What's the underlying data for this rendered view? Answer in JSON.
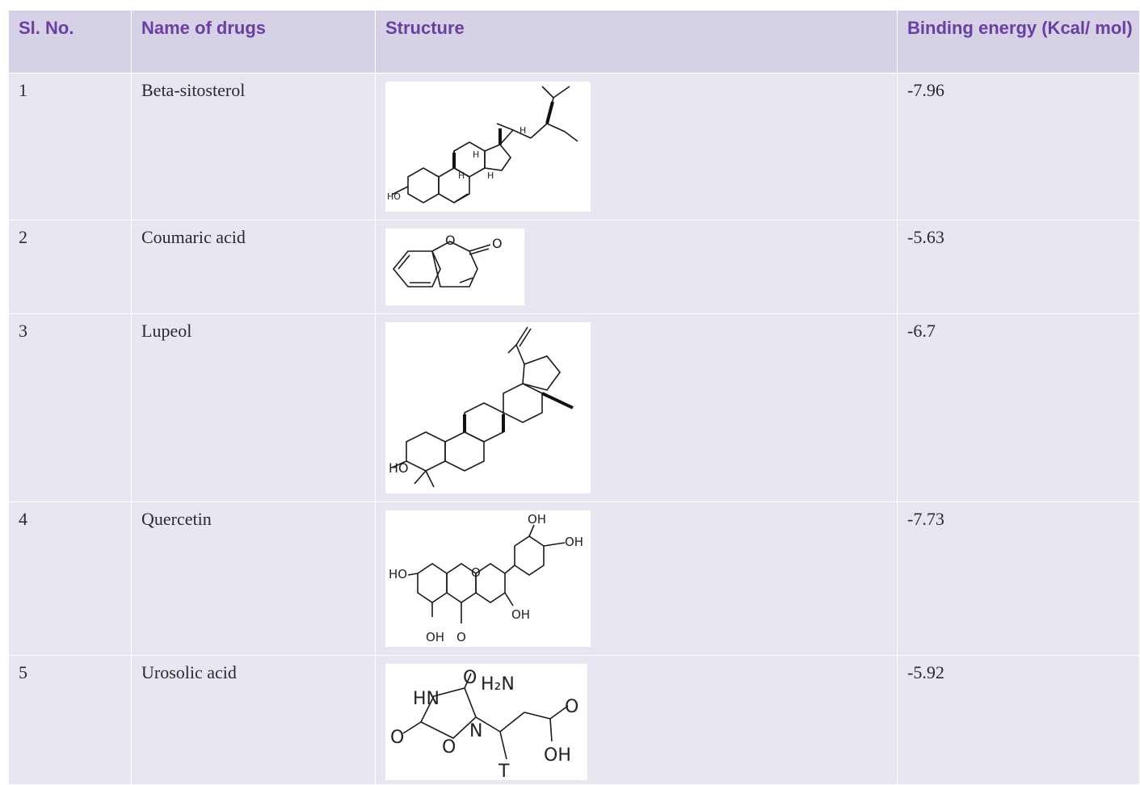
{
  "table": {
    "headers": [
      "Sl. No.",
      "Name of drugs",
      "Structure",
      "Binding energy (Kcal/ mol)"
    ],
    "rows": [
      {
        "sl": "1",
        "name": "Beta-sitosterol",
        "energy": "-7.96",
        "structure_icon": "beta-sitosterol-structure",
        "atoms": [
          "HO",
          "H",
          "H",
          "H",
          "H"
        ]
      },
      {
        "sl": "2",
        "name": "Coumaric acid",
        "energy": "-5.63",
        "structure_icon": "coumarin-structure",
        "atoms": [
          "O",
          "O"
        ]
      },
      {
        "sl": "3",
        "name": "Lupeol",
        "energy": "-6.7",
        "structure_icon": "lupeol-structure",
        "atoms": [
          "HO"
        ]
      },
      {
        "sl": "4",
        "name": "Quercetin",
        "energy": "-7.73",
        "structure_icon": "quercetin-structure",
        "atoms": [
          "OH",
          "OH",
          "HO",
          "O",
          "OH",
          "OH",
          "O"
        ]
      },
      {
        "sl": "5",
        "name": "Urosolic acid",
        "energy": "-5.92",
        "structure_icon": "urosolic-acid-structure",
        "atoms": [
          "O",
          "HN",
          "H₂N",
          "O",
          "N",
          "O",
          "O",
          "OH",
          "T"
        ]
      }
    ]
  },
  "colors": {
    "header_bg": "#d6d1e6",
    "header_text": "#6a3fa0",
    "row_bg": "#e9e6f2"
  }
}
